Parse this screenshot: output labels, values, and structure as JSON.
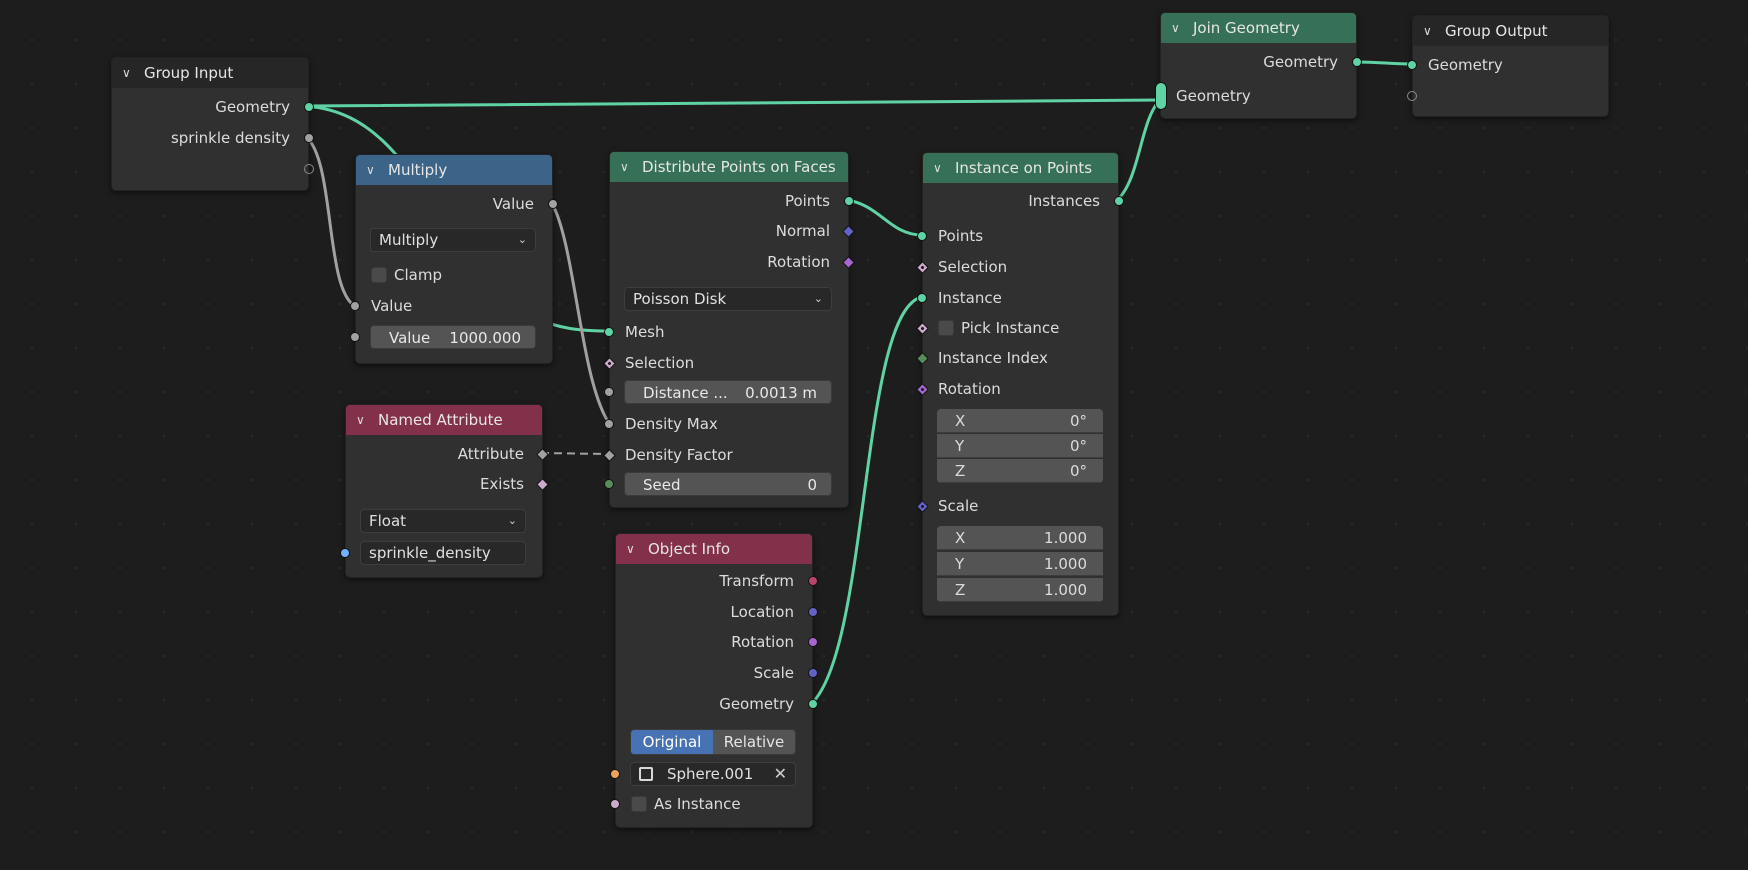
{
  "colors": {
    "background": "#1d1d1d",
    "node_body": "#303030",
    "header_geometry": "#367056",
    "header_math": "#3c6489",
    "header_attribute": "#83314a",
    "link_geometry": "#5fd3a4",
    "link_float": "#a1a1a1",
    "segment_active": "#4772b3"
  },
  "nodes": {
    "group_input": {
      "title": "Group Input",
      "outputs": [
        "Geometry",
        "sprinkle density"
      ]
    },
    "multiply": {
      "title": "Multiply",
      "output": "Value",
      "operation": "Multiply",
      "clamp_label": "Clamp",
      "input_label": "Value",
      "value_label": "Value",
      "value": "1000.000"
    },
    "named_attribute": {
      "title": "Named Attribute",
      "outputs": [
        "Attribute",
        "Exists"
      ],
      "data_type": "Float",
      "name": "sprinkle_density"
    },
    "distribute": {
      "title": "Distribute Points on Faces",
      "outputs": [
        "Points",
        "Normal",
        "Rotation"
      ],
      "mode": "Poisson Disk",
      "inputs": [
        "Mesh",
        "Selection",
        "Density Max",
        "Density Factor"
      ],
      "distance_label": "Distance ...",
      "distance_value": "0.0013 m",
      "seed_label": "Seed",
      "seed_value": "0"
    },
    "object_info": {
      "title": "Object Info",
      "outputs": [
        "Transform",
        "Location",
        "Rotation",
        "Scale",
        "Geometry"
      ],
      "mode_original": "Original",
      "mode_relative": "Relative",
      "object_name": "Sphere.001",
      "as_instance_label": "As Instance"
    },
    "instance_on_points": {
      "title": "Instance on Points",
      "output": "Instances",
      "inputs": [
        "Points",
        "Selection",
        "Instance",
        "Pick Instance",
        "Instance Index",
        "Rotation",
        "Scale"
      ],
      "rotation": [
        {
          "axis": "X",
          "value": "0°"
        },
        {
          "axis": "Y",
          "value": "0°"
        },
        {
          "axis": "Z",
          "value": "0°"
        }
      ],
      "scale": [
        {
          "axis": "X",
          "value": "1.000"
        },
        {
          "axis": "Y",
          "value": "1.000"
        },
        {
          "axis": "Z",
          "value": "1.000"
        }
      ]
    },
    "join_geometry": {
      "title": "Join Geometry",
      "output": "Geometry",
      "input": "Geometry"
    },
    "group_output": {
      "title": "Group Output",
      "input": "Geometry"
    }
  }
}
